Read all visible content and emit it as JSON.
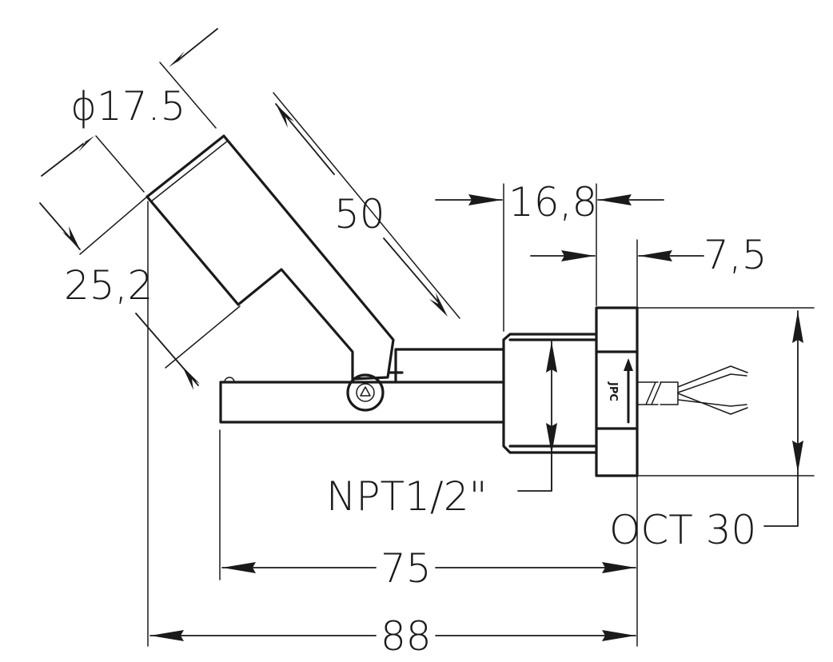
{
  "dimensions": {
    "diameter": "ϕ17.5",
    "float_length": "50",
    "offset": "25,2",
    "nut_width": "16,8",
    "head_width": "7,5",
    "thread": "NPT1/2\"",
    "hex": "OCT 30",
    "rod_length": "75",
    "overall_length": "88"
  },
  "logo_text": "JPC",
  "colors": {
    "line": "#1a1a1a",
    "background": "#ffffff"
  }
}
